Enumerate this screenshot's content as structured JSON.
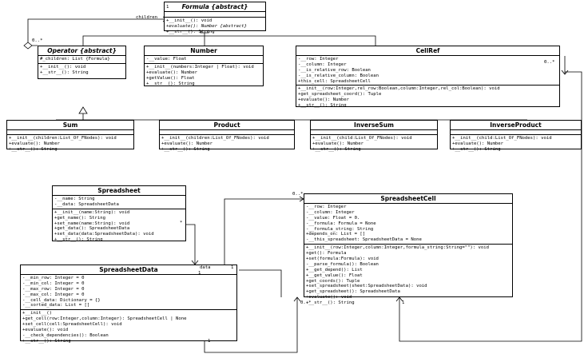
{
  "classes": {
    "formula": {
      "title": "Formula {abstract}",
      "attributes": [],
      "methods": [
        "+__init__(): void",
        "+evaluate(): Number {abstract}",
        "+__str__(): String"
      ]
    },
    "operator": {
      "title": "Operator {abstract}",
      "attributes": [
        "#_children: List {Formula}"
      ],
      "methods": [
        "+__init__(): void",
        "+__str__(): String"
      ]
    },
    "number": {
      "title": "Number",
      "attributes": [
        "-__value: Float"
      ],
      "methods": [
        "+__init__(numbers:Integer | Float): void",
        "+evaluate(): Number",
        "+getValue(): Float",
        "+__str__(): String"
      ]
    },
    "cellref": {
      "title": "CellRef",
      "attributes": [
        "-__row: Integer",
        "-__column: Integer",
        "-__is_relative_row: Boolean",
        "-__is_relative_column: Boolean",
        "+this_cell: SpreadsheetCell"
      ],
      "methods": [
        "+__init__(row:Integer,rel_row:Boolean,column:Integer,rel_col:Boolean): void",
        "+get_spreadsheet_coord(): Tuple",
        "+evaluate(): Number",
        "+__str__(): String"
      ]
    },
    "sum": {
      "title": "Sum",
      "attributes": [],
      "methods": [
        "+__init__(children:List_Of_FNodes): void",
        "+evaluate(): Number",
        "+__str__(): String"
      ]
    },
    "product": {
      "title": "Product",
      "attributes": [],
      "methods": [
        "+__init__(children:List_Of_FNodes): void",
        "+evaluate(): Number",
        "+__str__(): String"
      ]
    },
    "inversesum": {
      "title": "InverseSum",
      "attributes": [],
      "methods": [
        "+__init__(child:List_Of_FNodes): void",
        "+evaluate(): Number",
        "+__str__(): String"
      ]
    },
    "inverseproduct": {
      "title": "InverseProduct",
      "attributes": [],
      "methods": [
        "+__init__(child:List_Of_FNodes): void",
        "+evaluate(): Number",
        "+__str__(): String"
      ]
    },
    "spreadsheet": {
      "title": "Spreadsheet",
      "attributes": [
        "-__name: String",
        "-__data: SpreadsheetData"
      ],
      "methods": [
        "+__init__(name:String): void",
        "+get_name(): String",
        "+set_name(name:String): void",
        "+get_data(): SpreadsheetData",
        "+set_data(data:SpreadsheetData): void",
        "+__str__(): String"
      ]
    },
    "spreadsheetdata": {
      "title": "SpreadsheetData",
      "attributes": [
        "-__min_row: Integer = 0",
        "-__min_col: Integer = 0",
        "-__max_row: Integer = 0",
        "-__max_col: Integer = 0",
        "-__cell_data: Dictionary = {}",
        "-__sorted_data: List = []"
      ],
      "methods": [
        "+__init__()",
        "+get_cell(row:Integer,column:Integer): SpreadsheetCell | None",
        "+set_cell(cell:SpreadsheetCell): void",
        "+evaluate(): void",
        "-__check_dependencies(): Boolean",
        "+__str__(): String"
      ]
    },
    "spreadsheetcell": {
      "title": "SpreadsheetCell",
      "attributes": [
        "-__row: Integer",
        "-__column: Integer",
        "-__value: Float = 0.",
        "-__formula: Formula = None",
        "-__formula_string: String",
        "+depends_on: List = []",
        "-__this_spreadsheet: SpreadsheetData = None"
      ],
      "methods": [
        "+__init__(row:Integer,column:Integer,formula_string:String=\"\"): void",
        "+get(): Formula",
        "+set(formula:Formula): void",
        "-__parse_formula(): Boolean",
        "+__get_depend(): List",
        "+__get_value(): Float",
        "+get_coords(): Tuple",
        "+set_spreadsheet(sheet:SpreadsheetData): void",
        "+get_spreadsheet(): SpreadsheetData",
        "+evaluate(): void",
        "+__str__(): String"
      ]
    }
  },
  "labels": {
    "children": "children",
    "formula_one": "1",
    "formula_many": "0..*",
    "cellref_many": "0..*",
    "cell_many_top": "0..*",
    "sheet_star": "*",
    "data_role": "data",
    "data_one": "1",
    "data_one_b": "1",
    "cell_one": "1",
    "cell_one_b": "1",
    "data_many": "0..*"
  }
}
